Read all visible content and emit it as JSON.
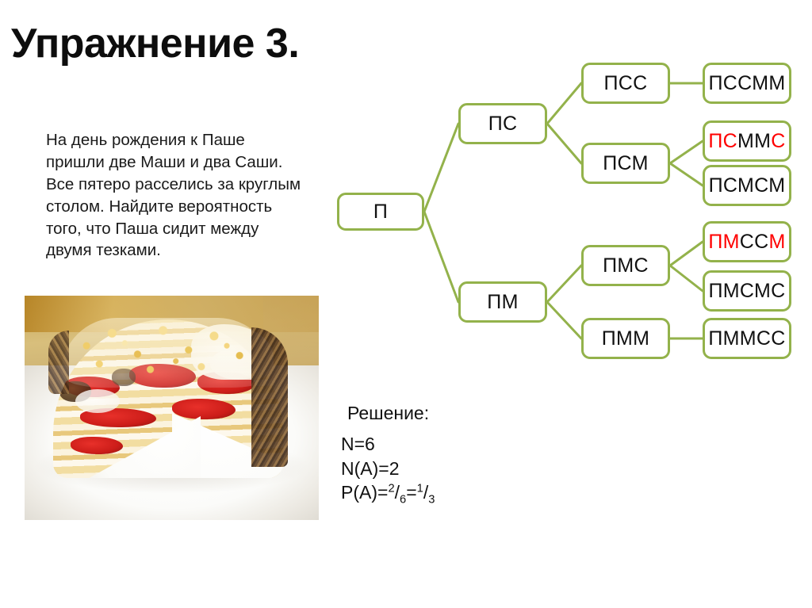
{
  "slide": {
    "title": "Упражнение 3.",
    "background_color": "#ffffff"
  },
  "problem": {
    "text": "На день рождения к Паше пришли две Маши и два Саши. Все пятеро расселись за круглым столом. Найдите вероятность того, что Паша сидит между двумя тезками."
  },
  "photo": {
    "alt": "Разрезанный слоёный торт с красной прослойкой на белой тарелке"
  },
  "tree": {
    "node_border_color": "#93b24b",
    "line_color": "#93b24b",
    "highlight_color": "#ff0000",
    "root": {
      "label": "П"
    },
    "level2": [
      {
        "label": "ПС"
      },
      {
        "label": "ПМ"
      }
    ],
    "level3": [
      {
        "label": "ПСС"
      },
      {
        "label": "ПСМ"
      },
      {
        "label": "ПМС"
      },
      {
        "label": "ПММ"
      }
    ],
    "leaves": [
      {
        "label": "ПССММ",
        "highlight": false,
        "parts": [
          {
            "text": "ПССММ",
            "red": false
          }
        ]
      },
      {
        "label": "ПСММС",
        "highlight": true,
        "parts": [
          {
            "text": "ПС",
            "red": true
          },
          {
            "text": "ММ",
            "red": false
          },
          {
            "text": "С",
            "red": true
          }
        ]
      },
      {
        "label": "ПСМСМ",
        "highlight": false,
        "parts": [
          {
            "text": "ПСМСМ",
            "red": false
          }
        ]
      },
      {
        "label": "ПМССМ",
        "highlight": true,
        "parts": [
          {
            "text": "ПМ",
            "red": true
          },
          {
            "text": "СС",
            "red": false
          },
          {
            "text": "М",
            "red": true
          }
        ]
      },
      {
        "label": "ПМСМС",
        "highlight": false,
        "parts": [
          {
            "text": "ПМСМС",
            "red": false
          }
        ]
      },
      {
        "label": "ПММСС",
        "highlight": false,
        "parts": [
          {
            "text": "ПММСС",
            "red": false
          }
        ]
      }
    ]
  },
  "solution": {
    "heading": "Решение:",
    "line_n": "N=6",
    "line_na": "N(A)=2",
    "line_pa_prefix": "P(A)=",
    "frac1_num": "2",
    "frac1_den": "6",
    "equals": "=",
    "frac2_num": "1",
    "frac2_den": "3"
  }
}
